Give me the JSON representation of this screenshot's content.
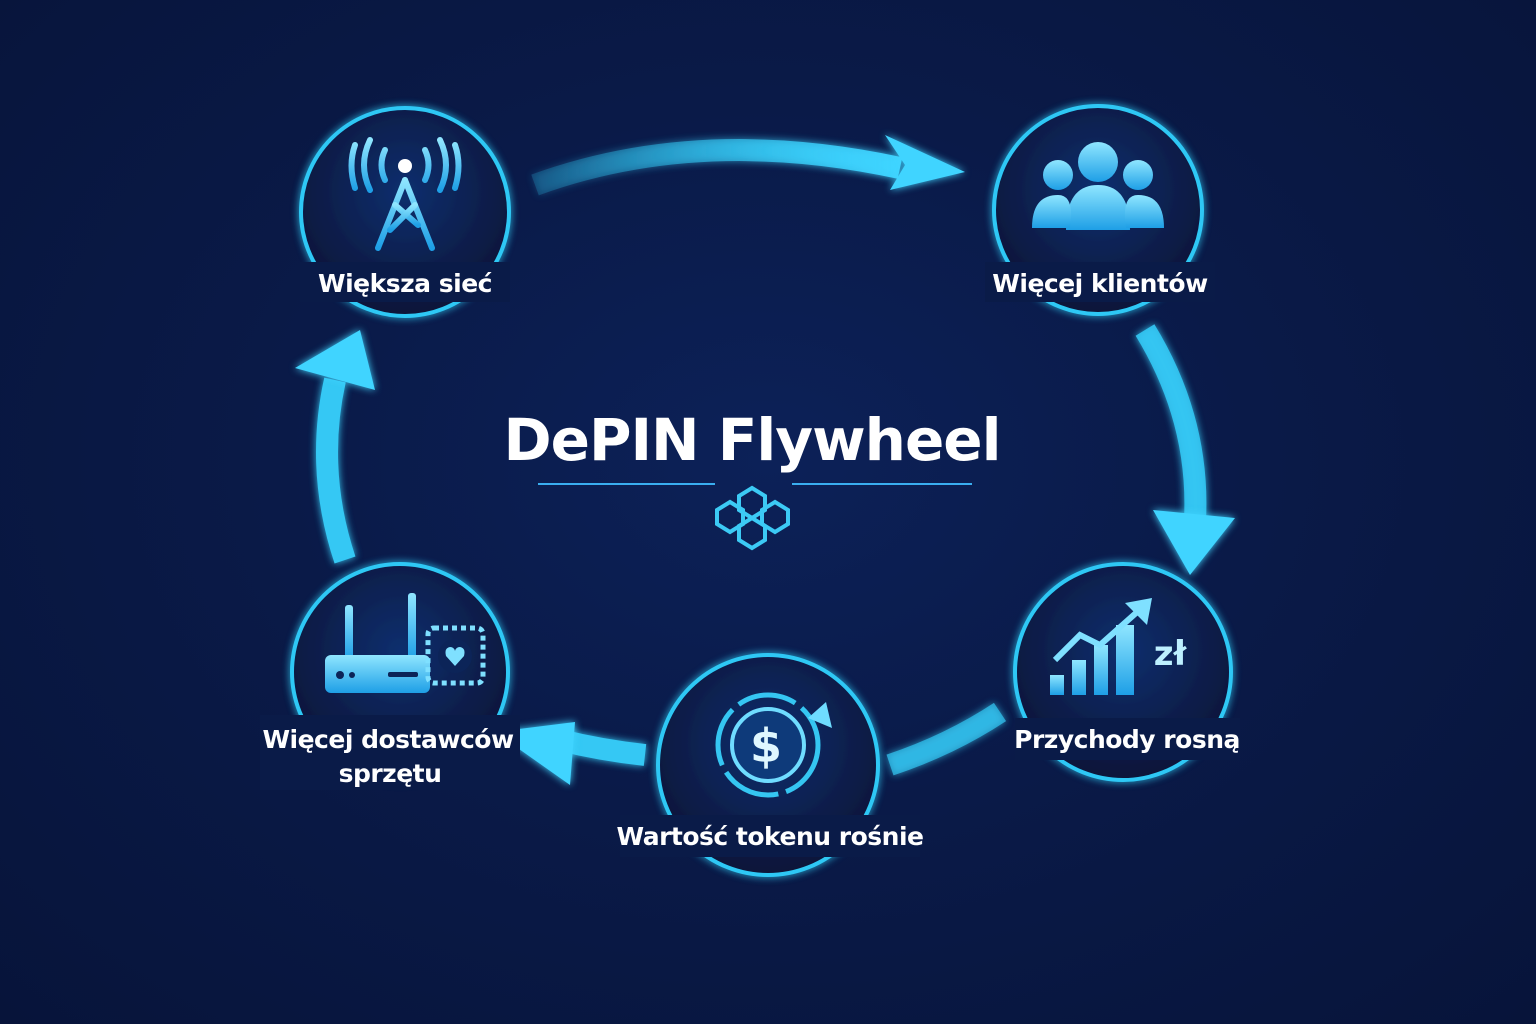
{
  "title": "DePIN Flywheel",
  "colors": {
    "accent": "#2ec8f5",
    "background": "#0a1a48",
    "text": "#ffffff"
  },
  "nodes": [
    {
      "label": "Większa sieć",
      "icon": "cell-tower-icon"
    },
    {
      "label": "Więcej klientów",
      "icon": "users-icon"
    },
    {
      "label": "Przychody rosną",
      "icon": "revenue-chart-icon",
      "currency": "zł"
    },
    {
      "label": "Wartość tokenu rośnie",
      "icon": "token-dollar-icon",
      "symbol": "$"
    },
    {
      "label_line1": "Więcej dostawców",
      "label_line2": "sprzętu",
      "icon": "router-hardware-icon"
    }
  ]
}
